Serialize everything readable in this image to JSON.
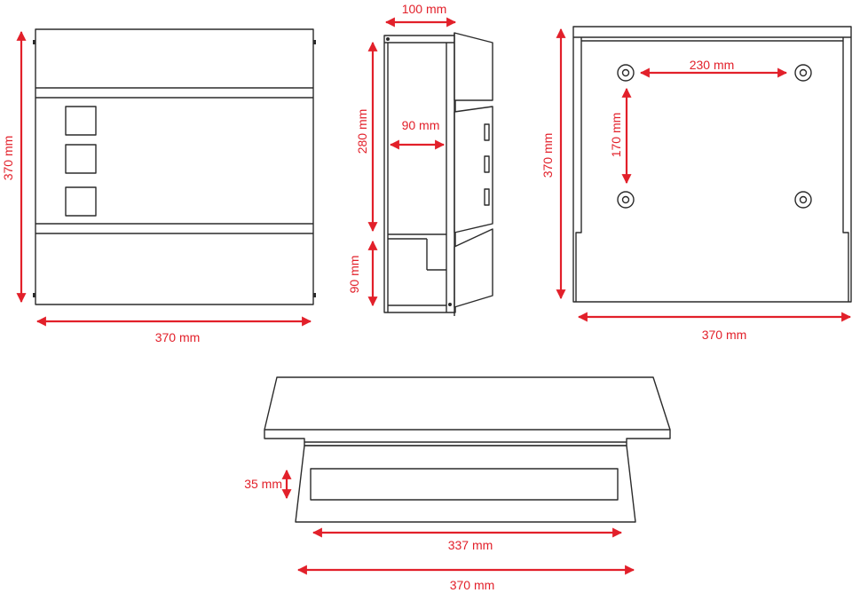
{
  "diagram": {
    "accent_color": "#e2202a",
    "line_color": "#2b2b2b",
    "front": {
      "height": "370 mm",
      "width": "370 mm"
    },
    "side": {
      "depth": "100 mm",
      "upper_height": "280 mm",
      "inner_depth": "90 mm",
      "lower_height": "90 mm"
    },
    "back": {
      "height": "370 mm",
      "hole_horizontal": "230 mm",
      "hole_vertical": "170 mm",
      "width": "370 mm"
    },
    "bottom": {
      "slot_height": "35 mm",
      "slot_width": "337 mm",
      "width": "370 mm"
    }
  }
}
